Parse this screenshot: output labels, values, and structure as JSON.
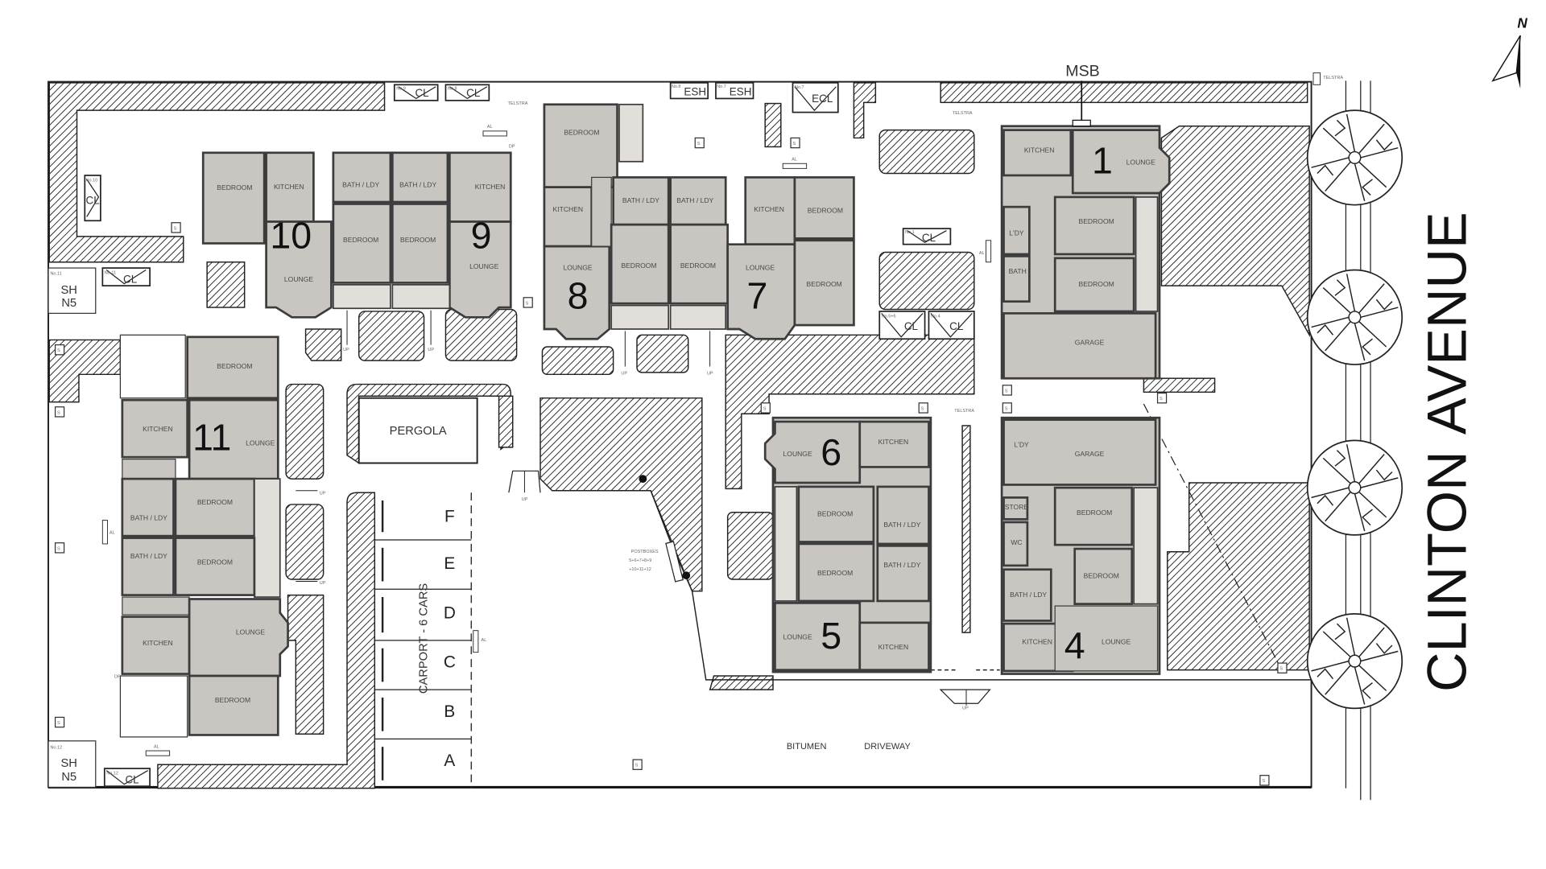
{
  "site": {
    "street_word1": "CLINTON",
    "street_word2": "AVENUE",
    "north": "N",
    "msb": "MSB",
    "pergola": "PERGOLA",
    "driveway_word1": "BITUMEN",
    "driveway_word2": "DRIVEWAY",
    "carport": "CARPORT - 6 CARS",
    "bays": [
      "F",
      "E",
      "D",
      "C",
      "B",
      "A"
    ],
    "postboxes": [
      "POSTBOXES",
      "5+6+7+8+9",
      "+10+11+12"
    ],
    "telstra": "TELSTRA",
    "up": "UP",
    "al": "AL",
    "dp": "DP",
    "s": "S",
    "sh": [
      "SH",
      "N5"
    ],
    "sh_units": [
      "No.11",
      "No.12"
    ]
  },
  "services": {
    "cl": "CL",
    "esh": "ESH",
    "ecl": "ECL",
    "labels": {
      "cl_9": "No.9",
      "cl_8": "No.8",
      "esh_8": "No.8",
      "esh_7": "No.7",
      "ecl_7": "No.7",
      "cl_1": "No.1",
      "cl_56": "No.5+6",
      "cl_4": "No.4",
      "cl_10": "No.10",
      "cl_11": "No.11",
      "cl_12": "No.12"
    }
  },
  "units": {
    "u1": {
      "number": "1",
      "rooms": [
        "KITCHEN",
        "LOUNGE",
        "L'DY",
        "BATH",
        "BEDROOM",
        "BEDROOM",
        "GARAGE"
      ]
    },
    "u4": {
      "number": "4",
      "rooms": [
        "L'DY",
        "GARAGE",
        "STORE",
        "WC",
        "BEDROOM",
        "BEDROOM",
        "BATH / LDY",
        "KITCHEN",
        "LOUNGE"
      ]
    },
    "u5": {
      "number": "5",
      "rooms": [
        "BEDROOM",
        "BATH / LDY",
        "LOUNGE",
        "KITCHEN"
      ]
    },
    "u6": {
      "number": "6",
      "rooms": [
        "LOUNGE",
        "KITCHEN",
        "BEDROOM",
        "BATH / LDY"
      ]
    },
    "u7": {
      "number": "7",
      "rooms": [
        "BATH / LDY",
        "BEDROOM",
        "KITCHEN",
        "LOUNGE",
        "BEDROOM",
        "BEDROOM"
      ]
    },
    "u8": {
      "number": "8",
      "rooms": [
        "BEDROOM",
        "KITCHEN",
        "LOUNGE",
        "BATH / LDY",
        "BEDROOM"
      ]
    },
    "u9": {
      "number": "9",
      "rooms": [
        "BATH / LDY",
        "BEDROOM",
        "KITCHEN",
        "LOUNGE"
      ]
    },
    "u10": {
      "number": "10",
      "rooms": [
        "BEDROOM",
        "KITCHEN",
        "LOUNGE",
        "BATH / LDY",
        "BEDROOM"
      ]
    },
    "u11": {
      "number": "11",
      "rooms": [
        "BEDROOM",
        "KITCHEN",
        "LOUNGE",
        "BATH / LDY",
        "BEDROOM"
      ]
    },
    "u_lower": {
      "rooms": [
        "BATH / LDY",
        "BEDROOM",
        "KITCHEN",
        "LOUNGE",
        "BEDROOM"
      ]
    }
  }
}
